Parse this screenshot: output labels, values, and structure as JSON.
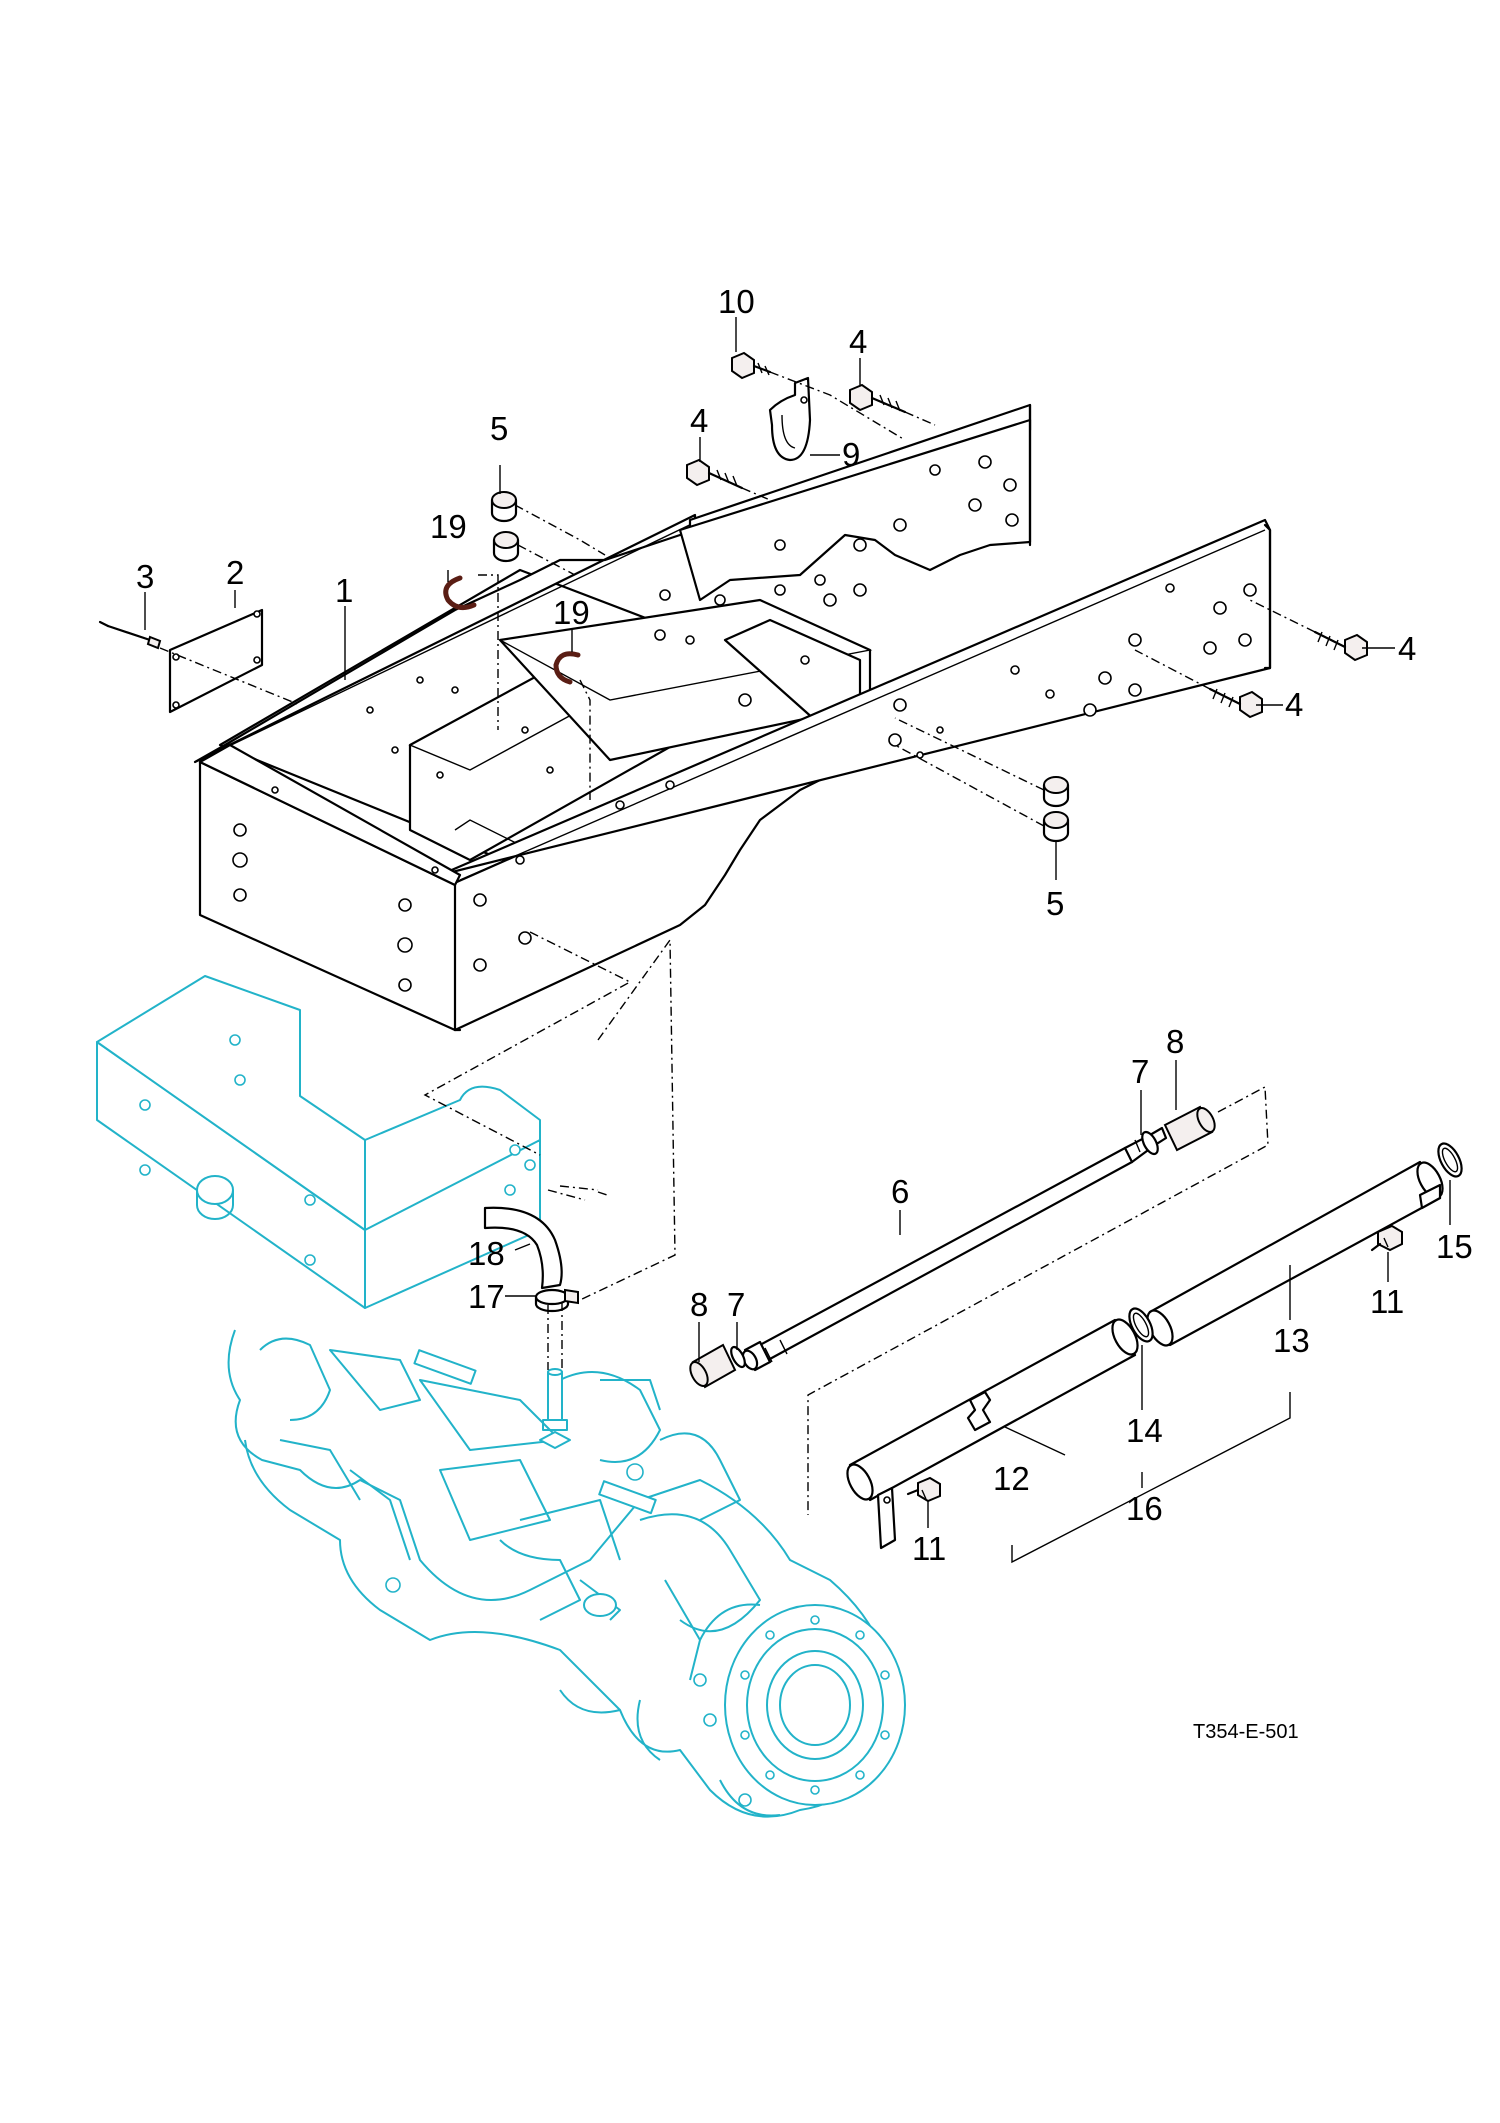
{
  "diagram": {
    "drawing_code": "T354-E-501",
    "callouts": [
      {
        "id": "c1",
        "text": "1"
      },
      {
        "id": "c2",
        "text": "2"
      },
      {
        "id": "c3",
        "text": "3"
      },
      {
        "id": "c4a",
        "text": "4"
      },
      {
        "id": "c4b",
        "text": "4"
      },
      {
        "id": "c4c",
        "text": "4"
      },
      {
        "id": "c4d",
        "text": "4"
      },
      {
        "id": "c5a",
        "text": "5"
      },
      {
        "id": "c5b",
        "text": "5"
      },
      {
        "id": "c6",
        "text": "6"
      },
      {
        "id": "c7a",
        "text": "7"
      },
      {
        "id": "c7b",
        "text": "7"
      },
      {
        "id": "c8a",
        "text": "8"
      },
      {
        "id": "c8b",
        "text": "8"
      },
      {
        "id": "c9",
        "text": "9"
      },
      {
        "id": "c10",
        "text": "10"
      },
      {
        "id": "c11a",
        "text": "11"
      },
      {
        "id": "c11b",
        "text": "11"
      },
      {
        "id": "c12",
        "text": "12"
      },
      {
        "id": "c13",
        "text": "13"
      },
      {
        "id": "c14",
        "text": "14"
      },
      {
        "id": "c15",
        "text": "15"
      },
      {
        "id": "c16",
        "text": "16"
      },
      {
        "id": "c17",
        "text": "17"
      },
      {
        "id": "c18",
        "text": "18"
      },
      {
        "id": "c19a",
        "text": "19"
      },
      {
        "id": "c19b",
        "text": "19"
      }
    ]
  }
}
